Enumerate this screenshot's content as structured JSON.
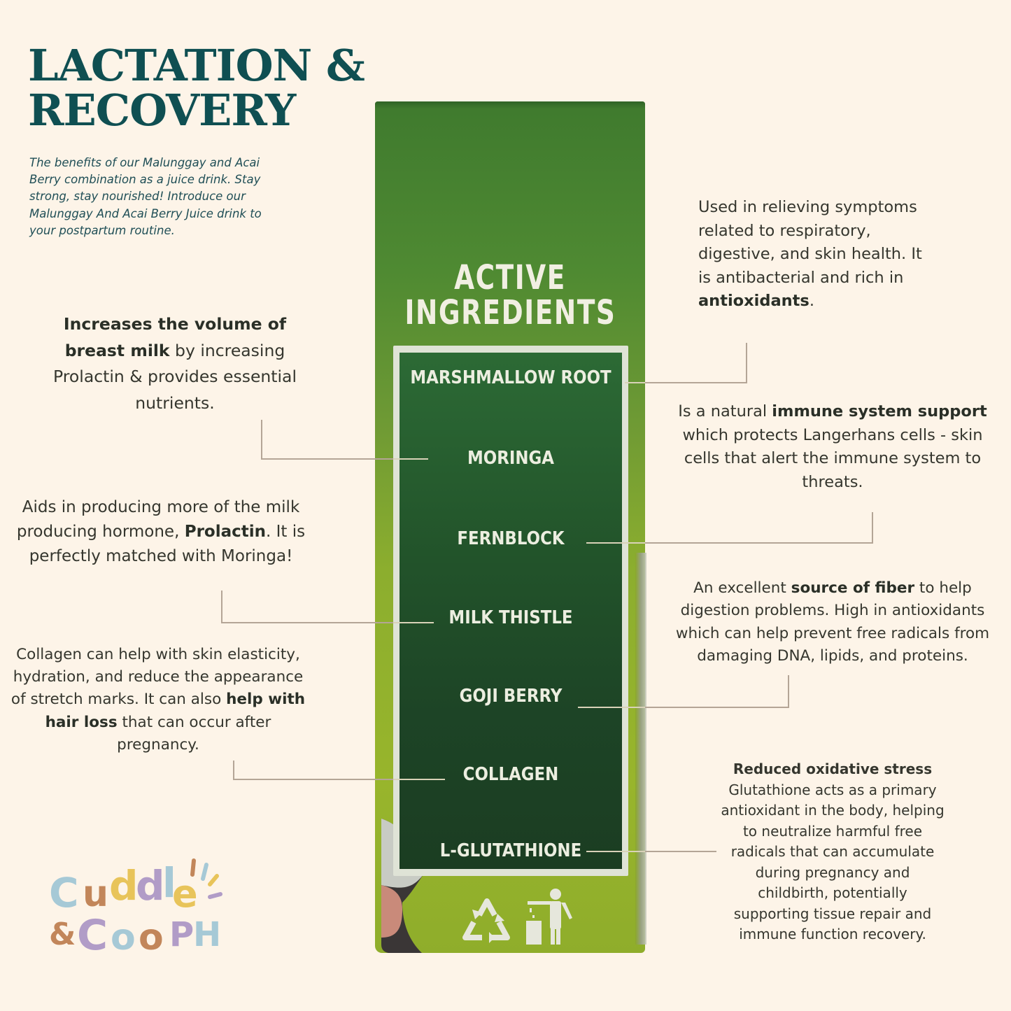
{
  "header": {
    "title_line1": "LACTATION &",
    "title_line2": "RECOVERY",
    "intro": "The benefits of  our Malunggay and Acai Berry combination as a juice drink. Stay strong, stay nourished! Introduce our Malunggay And Acai Berry Juice drink to your postpartum routine."
  },
  "package": {
    "heading_line1": "ACTIVE",
    "heading_line2": "INGREDIENTS",
    "ingredients": [
      {
        "name": "MARSHMALLOW ROOT"
      },
      {
        "name": "MORINGA"
      },
      {
        "name": "FERNBLOCK"
      },
      {
        "name": "MILK THISTLE"
      },
      {
        "name": "GOJI BERRY"
      },
      {
        "name": "COLLAGEN"
      },
      {
        "name": "L-GLUTATHIONE"
      }
    ],
    "icons": [
      "recycle-icon",
      "trash-disposal-icon"
    ]
  },
  "descriptions": {
    "marshmallow_root": {
      "pre": "Used in relieving symptoms related to respiratory, digestive, and skin health. It is antibacterial and rich in ",
      "bold": "antioxidants",
      "post": "."
    },
    "moringa": {
      "bold": "Increases the volume of breast milk",
      "post": " by increasing Prolactin & provides essential nutrients."
    },
    "fernblock": {
      "pre": "Is a natural  ",
      "bold": "immune system support",
      "post": " which protects Langerhans cells - skin cells that alert the immune system to threats."
    },
    "milk_thistle": {
      "pre": "Aids in producing more of the milk producing hormone, ",
      "bold": "Prolactin",
      "post": ". It is perfectly matched with Moringa!"
    },
    "goji_berry": {
      "pre": "An excellent ",
      "bold": "source of fiber",
      "post": " to help digestion problems. High in antioxidants which can help prevent free radicals from damaging DNA, lipids, and proteins."
    },
    "collagen": {
      "pre": "Collagen can help with skin elasticity, hydration, and reduce the appearance of stretch marks. It can also ",
      "bold": "help with hair loss",
      "post": " that can occur after pregnancy."
    },
    "l_glutathione": {
      "heading": "Reduced oxidative stress",
      "body": "Glutathione acts as a primary antioxidant in the body, helping to neutralize harmful free  radicals that can accumulate during pregnancy and childbirth, potentially supporting tissue repair and immune function recovery."
    }
  },
  "brand": {
    "line1": "Cuddle",
    "line2": "& CooPH"
  },
  "colors": {
    "background": "#fdf4e8",
    "title": "#0f4f52",
    "box_green": "#4f8a32",
    "panel_green": "#22532a",
    "connector": "#b4a596"
  }
}
